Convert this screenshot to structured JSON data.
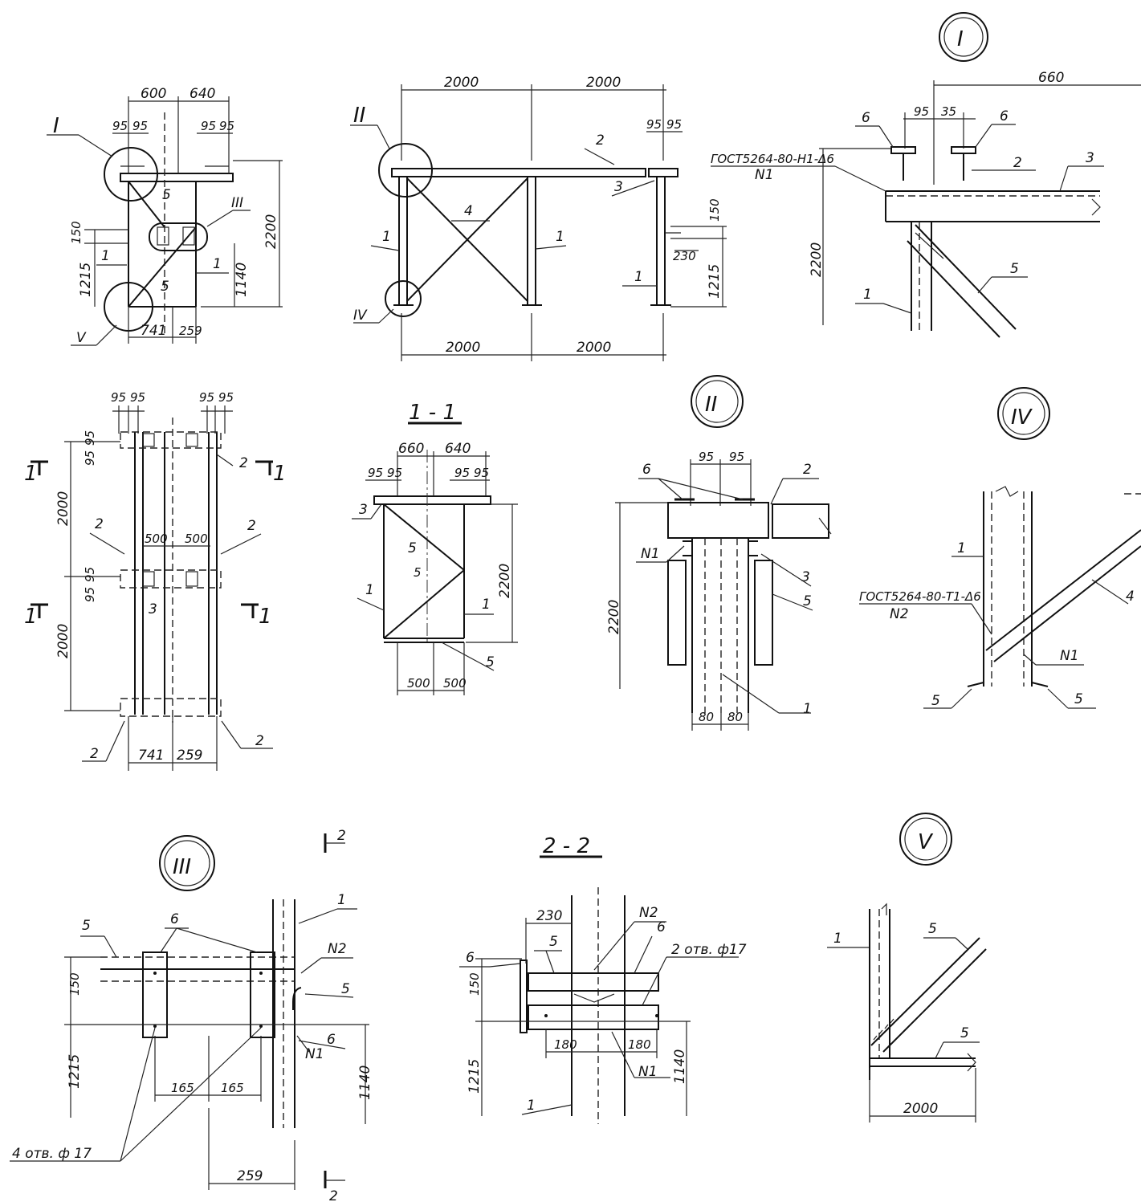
{
  "views": {
    "top_left": {
      "dims_top": [
        "600",
        "640"
      ],
      "dims_small_left": [
        "95",
        "95"
      ],
      "dims_small_right": [
        "95",
        "95"
      ],
      "dim_height": "2200",
      "dim_150": "150",
      "dim_1215": "1215",
      "dim_1140": "1140",
      "dims_bottom": [
        "741",
        "259"
      ],
      "callouts": [
        "I",
        "III",
        "V"
      ],
      "labels": [
        "5",
        "1",
        "1",
        "5"
      ]
    },
    "top_middle": {
      "dims_top": [
        "2000",
        "2000"
      ],
      "dims_bottom": [
        "2000",
        "2000"
      ],
      "dims_small": [
        "95",
        "95"
      ],
      "dim_150": "150",
      "dim_230": "230",
      "dim_1215": "1215",
      "callouts": [
        "II",
        "IV"
      ],
      "labels": [
        "2",
        "3",
        "4",
        "1",
        "1",
        "1"
      ]
    },
    "detail_I": {
      "title": "I",
      "dim_660": "660",
      "dims_small": [
        "95",
        "35"
      ],
      "dim_height": "2200",
      "weld": "ГОСТ5264-80-Н1-Δ6",
      "weld_n": "N1",
      "labels": [
        "6",
        "6",
        "2",
        "3",
        "5",
        "1"
      ]
    },
    "plan": {
      "dims_top_l": [
        "95",
        "95"
      ],
      "dims_top_r": [
        "95",
        "95"
      ],
      "dims_95_left": [
        "95",
        "95",
        "95",
        "95"
      ],
      "dim_2000_a": "2000",
      "dim_2000_b": "2000",
      "dims_mid": [
        "500",
        "500"
      ],
      "dims_bottom": [
        "741",
        "259"
      ],
      "section_marks": [
        "1",
        "1",
        "1",
        "1"
      ],
      "labels": [
        "2",
        "2",
        "2",
        "3",
        "2",
        "2"
      ]
    },
    "section_1_1": {
      "title": "1 - 1",
      "dims_top": [
        "660",
        "640"
      ],
      "dims_small_l": [
        "95",
        "95"
      ],
      "dims_small_r": [
        "95",
        "95"
      ],
      "dim_height": "2200",
      "dims_bottom": [
        "500",
        "500"
      ],
      "labels": [
        "3",
        "5",
        "5",
        "1",
        "1",
        "5"
      ]
    },
    "detail_II": {
      "title": "II",
      "dims_top": [
        "95",
        "95"
      ],
      "dim_height": "2200",
      "dims_bottom": [
        "80",
        "80"
      ],
      "weld_n": "N1",
      "labels": [
        "6",
        "2",
        "3",
        "5",
        "1"
      ]
    },
    "detail_IV": {
      "title": "IV",
      "weld": "ГОСТ5264-80-Т1-Δ6",
      "weld_n2": "N2",
      "weld_n1": "N1",
      "labels": [
        "1",
        "4",
        "5",
        "5"
      ]
    },
    "detail_III": {
      "title": "III",
      "section_mark_top": "2",
      "section_mark_bottom": "2",
      "dim_150": "150",
      "dim_1215": "1215",
      "dim_1140": "1140",
      "dims_165": [
        "165",
        "165"
      ],
      "dim_259": "259",
      "holes": "4 отв. ф 17",
      "weld_n2": "N2",
      "weld_n1": "N1",
      "labels": [
        "5",
        "6",
        "1",
        "5",
        "6"
      ]
    },
    "section_2_2": {
      "title": "2 - 2",
      "dim_230": "230",
      "dim_150": "150",
      "dim_1215": "1215",
      "dim_1140": "1140",
      "dims_180": [
        "180",
        "180"
      ],
      "holes": "2 отв. ф17",
      "weld_n2": "N2",
      "weld_n1": "N1",
      "labels": [
        "6",
        "5",
        "6",
        "1"
      ]
    },
    "detail_V": {
      "title": "V",
      "dim_2000": "2000",
      "labels": [
        "1",
        "5",
        "5"
      ]
    }
  }
}
